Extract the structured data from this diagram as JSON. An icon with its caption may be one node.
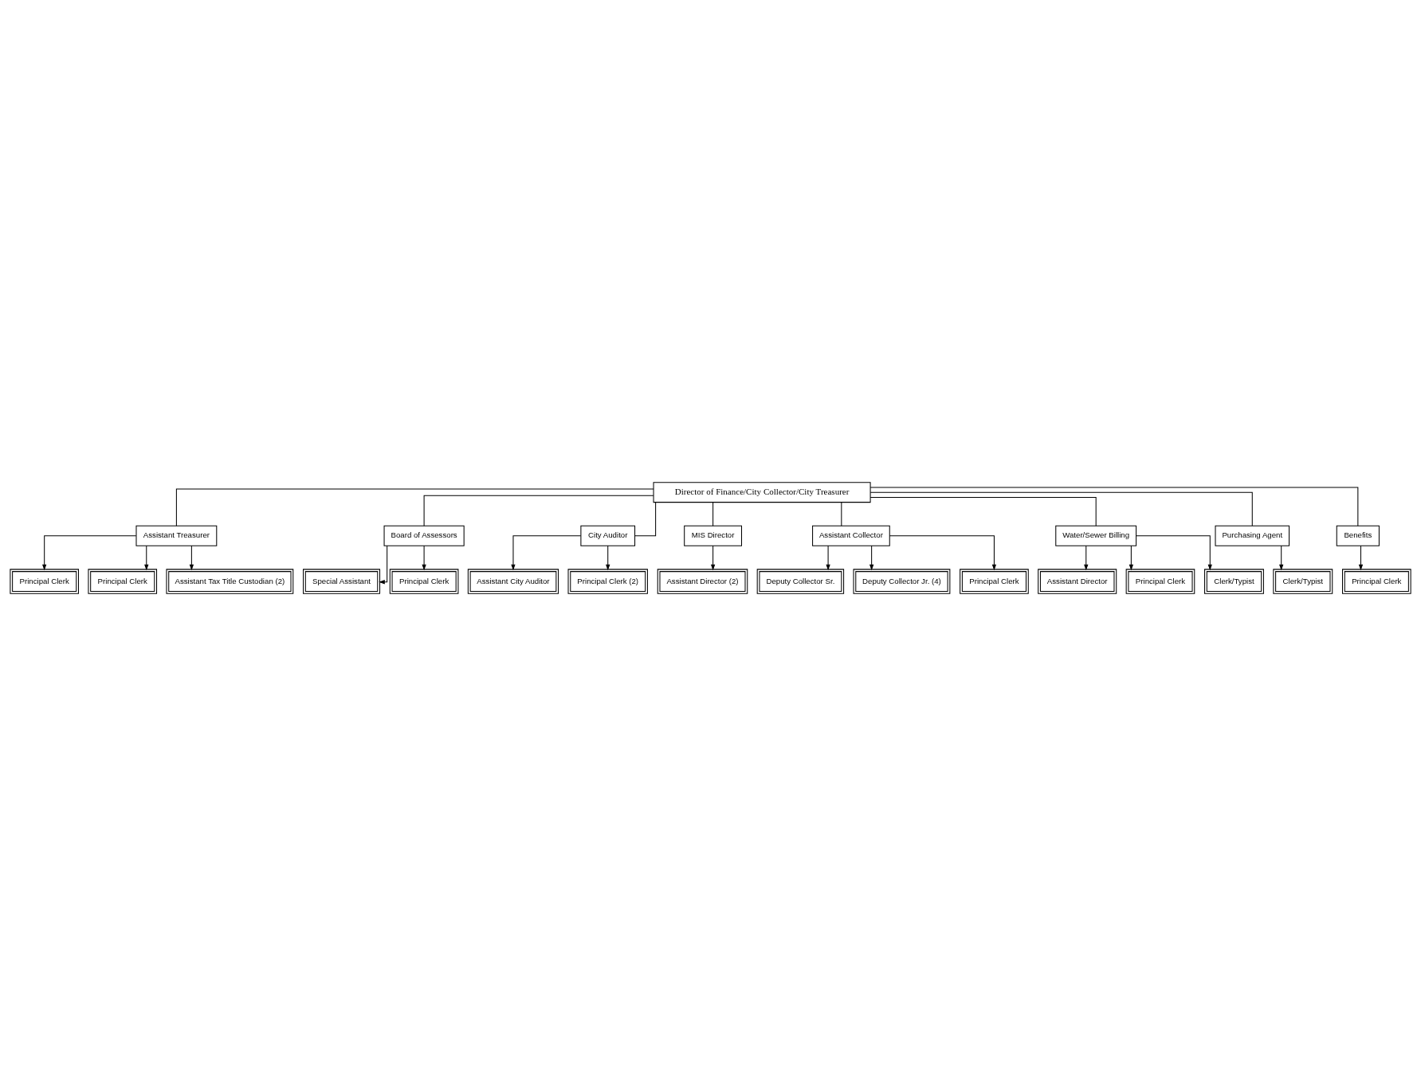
{
  "diagram": {
    "nodes": [
      {
        "text": [
          "Director of Finance/City Collector/City Treasurer"
        ]
      },
      {
        "text": [
          "Assistant Treasurer"
        ]
      },
      {
        "text": [
          "Board of Assessors"
        ]
      },
      {
        "text": [
          "City Auditor"
        ]
      },
      {
        "text": [
          "MIS Director"
        ]
      },
      {
        "text": [
          "Principal Clerk"
        ]
      },
      {
        "text": [
          "Principal Clerk"
        ]
      },
      {
        "text": [
          "Assistant Tax Title Custodian (2)"
        ]
      },
      {
        "text": [
          "Special Assistant"
        ]
      },
      {
        "text": [
          "Principal Clerk"
        ]
      },
      {
        "text": [
          "Assistant City Auditor"
        ]
      },
      {
        "text": [
          "Principal Clerk (2)"
        ]
      },
      {
        "text": [
          "Assistant Director (2)"
        ]
      },
      {
        "text": [
          "Assistant Collector"
        ]
      },
      {
        "text": [
          "Water/Sewer Billing"
        ]
      },
      {
        "text": [
          "Purchasing Agent"
        ]
      },
      {
        "text": [
          "Benefits"
        ]
      },
      {
        "text": [
          "Clerk/Typist"
        ]
      },
      {
        "text": [
          "Principal Clerk"
        ]
      },
      {
        "text": [
          "Deputy Collector Sr."
        ]
      },
      {
        "text": [
          "Deputy Collector Jr. (4)"
        ]
      },
      {
        "text": [
          "Principal Clerk"
        ]
      },
      {
        "text": [
          "Assistant Director"
        ]
      },
      {
        "text": [
          "Principal Clerk"
        ]
      },
      {
        "text": [
          "Clerk/Typist"
        ]
      }
    ],
    "edges": [
      {
        "from": 0,
        "to": 1,
        "arrow": "none"
      },
      {
        "from": 0,
        "to": 13,
        "arrow": "none"
      },
      {
        "from": 0,
        "to": 2,
        "arrow": "none"
      },
      {
        "from": 0,
        "to": 14,
        "arrow": "none"
      },
      {
        "from": 0,
        "to": 3,
        "arrow": "none"
      },
      {
        "from": 0,
        "to": 15,
        "arrow": "none"
      },
      {
        "from": 0,
        "to": 4,
        "arrow": "none"
      },
      {
        "from": 0,
        "to": 16,
        "arrow": "none"
      },
      {
        "from": 1,
        "to": 5,
        "arrow": "to"
      },
      {
        "from": 1,
        "to": 6,
        "arrow": "to"
      },
      {
        "from": 1,
        "to": 7,
        "arrow": "to"
      },
      {
        "from": 2,
        "to": 8,
        "arrow": "to"
      },
      {
        "from": 2,
        "to": 9,
        "arrow": "to"
      },
      {
        "from": 3,
        "to": 10,
        "arrow": "to"
      },
      {
        "from": 3,
        "to": 11,
        "arrow": "to"
      },
      {
        "from": 4,
        "to": 12,
        "arrow": "to"
      },
      {
        "from": 15,
        "to": 17,
        "arrow": "to"
      },
      {
        "from": 16,
        "to": 18,
        "arrow": "to"
      },
      {
        "from": 13,
        "to": 19,
        "arrow": "to"
      },
      {
        "from": 13,
        "to": 20,
        "arrow": "to"
      },
      {
        "from": 13,
        "to": 21,
        "arrow": "to"
      },
      {
        "from": 14,
        "to": 22,
        "arrow": "to"
      },
      {
        "from": 14,
        "to": 23,
        "arrow": "to"
      },
      {
        "from": 14,
        "to": 24,
        "arrow": "to"
      }
    ]
  }
}
